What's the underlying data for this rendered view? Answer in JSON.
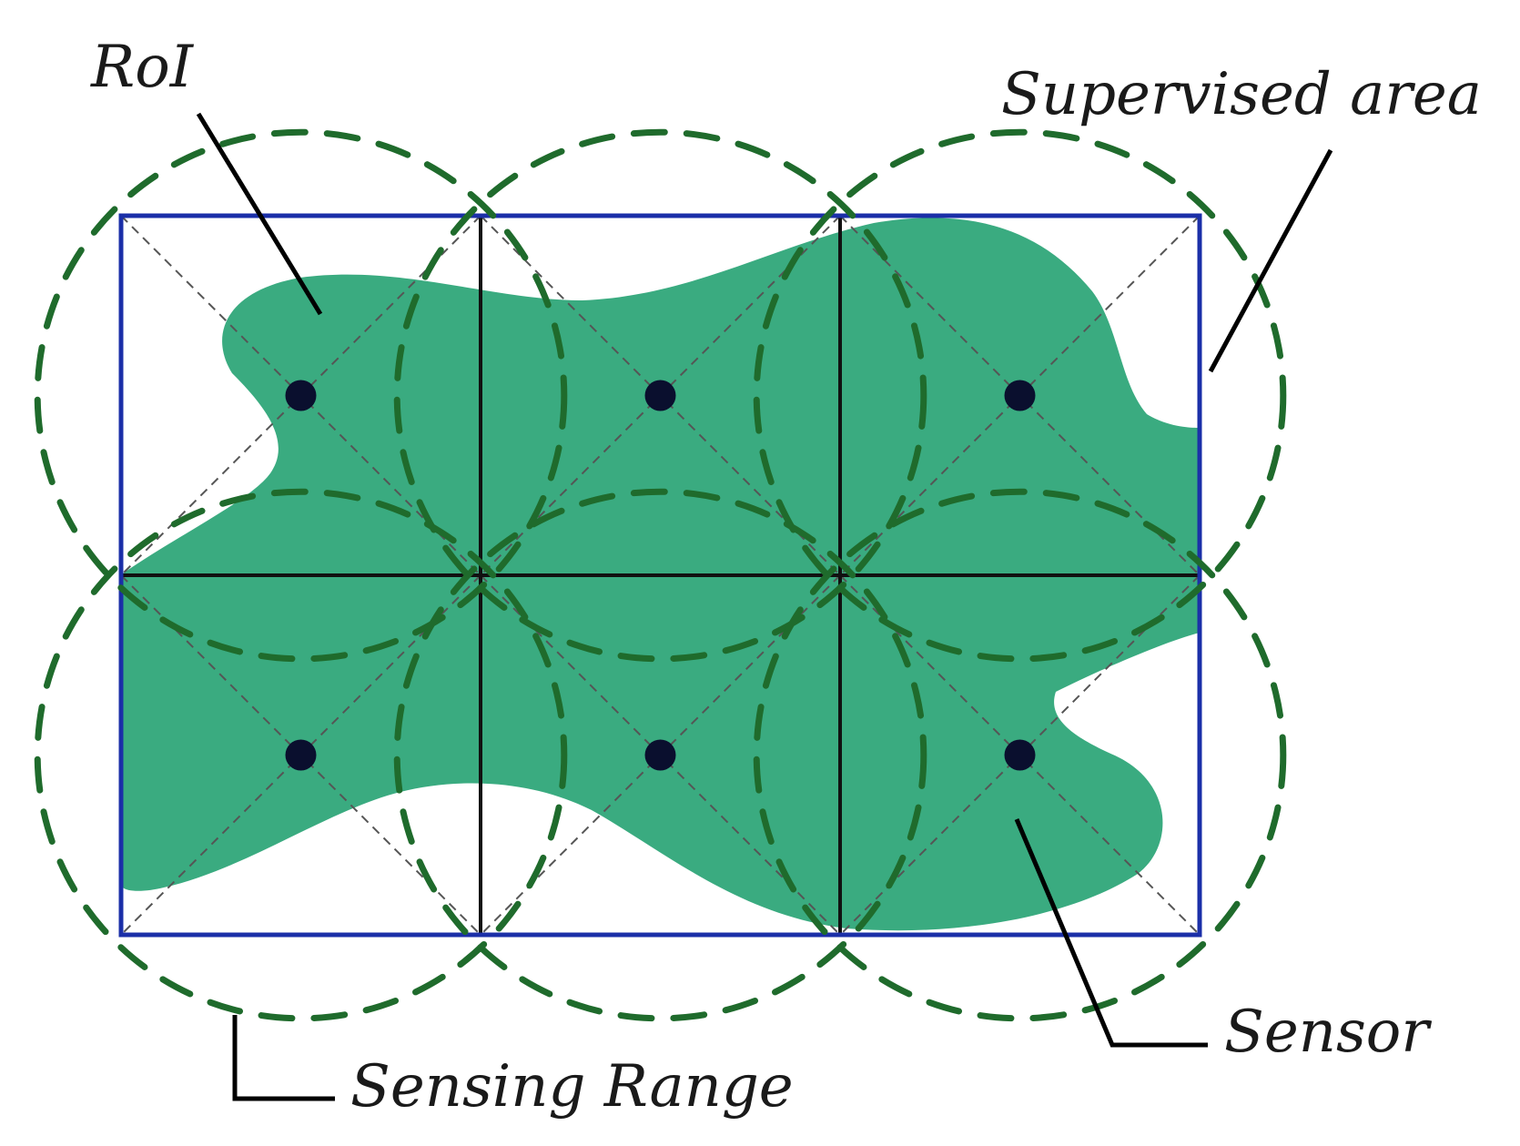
{
  "labels": {
    "roi": "RoI",
    "supervised_area": "Supervised area",
    "sensor": "Sensor",
    "sensing_range": "Sensing Range"
  },
  "grid": {
    "columns": 3,
    "rows": 2
  },
  "sensor_count": 6,
  "colors": {
    "roi_fill": "#3aab80",
    "supervised_border": "#1b2fa8",
    "sensing_range": "#1f6b2c",
    "sensor": "#0a0f2e",
    "grid_line": "#111111",
    "diagonal": "#555555",
    "leader_line": "#000000"
  }
}
